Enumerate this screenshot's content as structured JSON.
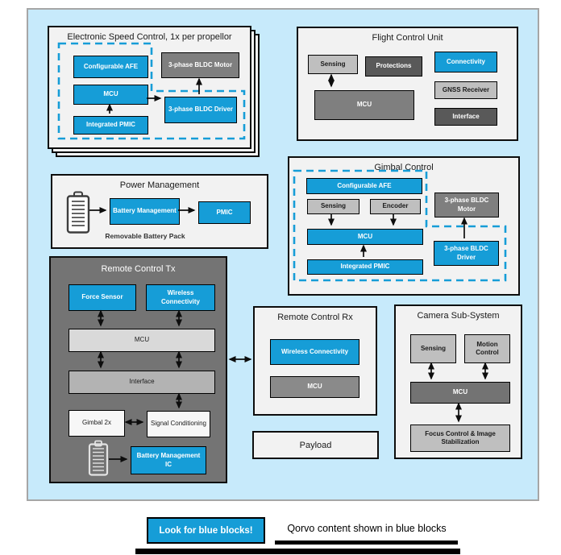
{
  "colors": {
    "qorvo_blue": "#169DD7",
    "panel_background": "#C7EAFB",
    "dark_gray_block": "#595959",
    "medium_gray_block": "#7F7F7F",
    "light_gray_block": "#BFBFBF",
    "section_background": "#F2F2F2",
    "remote_tx_background": "#747474"
  },
  "sections": {
    "esc": {
      "title": "Electronic Speed Control, 1x per propellor",
      "blocks": {
        "afe": "Configurable AFE",
        "mcu": "MCU",
        "pmic": "Integrated PMIC",
        "motor": "3-phase BLDC Motor",
        "driver": "3-phase BLDC Driver"
      }
    },
    "fcu": {
      "title": "Flight Control Unit",
      "blocks": {
        "sensing": "Sensing",
        "protections": "Protections",
        "connectivity": "Connectivity",
        "mcu": "MCU",
        "gnss": "GNSS Receiver",
        "interface": "Interface"
      }
    },
    "power": {
      "title": "Power Management",
      "caption": "Removable Battery Pack",
      "blocks": {
        "battery_management": "Battery Management",
        "pmic": "PMIC"
      }
    },
    "gimbal": {
      "title": "Gimbal Control",
      "blocks": {
        "afe": "Configurable AFE",
        "sensing": "Sensing",
        "encoder": "Encoder",
        "mcu": "MCU",
        "pmic": "Integrated PMIC",
        "motor": "3-phase BLDC Motor",
        "driver": "3-phase BLDC Driver"
      }
    },
    "remote_tx": {
      "title": "Remote Control Tx",
      "blocks": {
        "force_sensor": "Force Sensor",
        "wireless": "Wireless Connectivity",
        "mcu": "MCU",
        "interface": "Interface",
        "gimbal2x": "Gimbal 2x",
        "signal_conditioning": "Signal Conditioning",
        "bmic": "Battery Management IC"
      }
    },
    "remote_rx": {
      "title": "Remote Control Rx",
      "blocks": {
        "wireless": "Wireless Connectivity",
        "mcu": "MCU"
      }
    },
    "camera": {
      "title": "Camera Sub-System",
      "blocks": {
        "sensing": "Sensing",
        "motion": "Motion Control",
        "mcu": "MCU",
        "focus": "Focus Control & Image Stabilization"
      }
    },
    "payload": {
      "title": "Payload"
    }
  },
  "legend": {
    "badge": "Look for blue blocks!",
    "note": "Qorvo content shown in blue blocks"
  }
}
